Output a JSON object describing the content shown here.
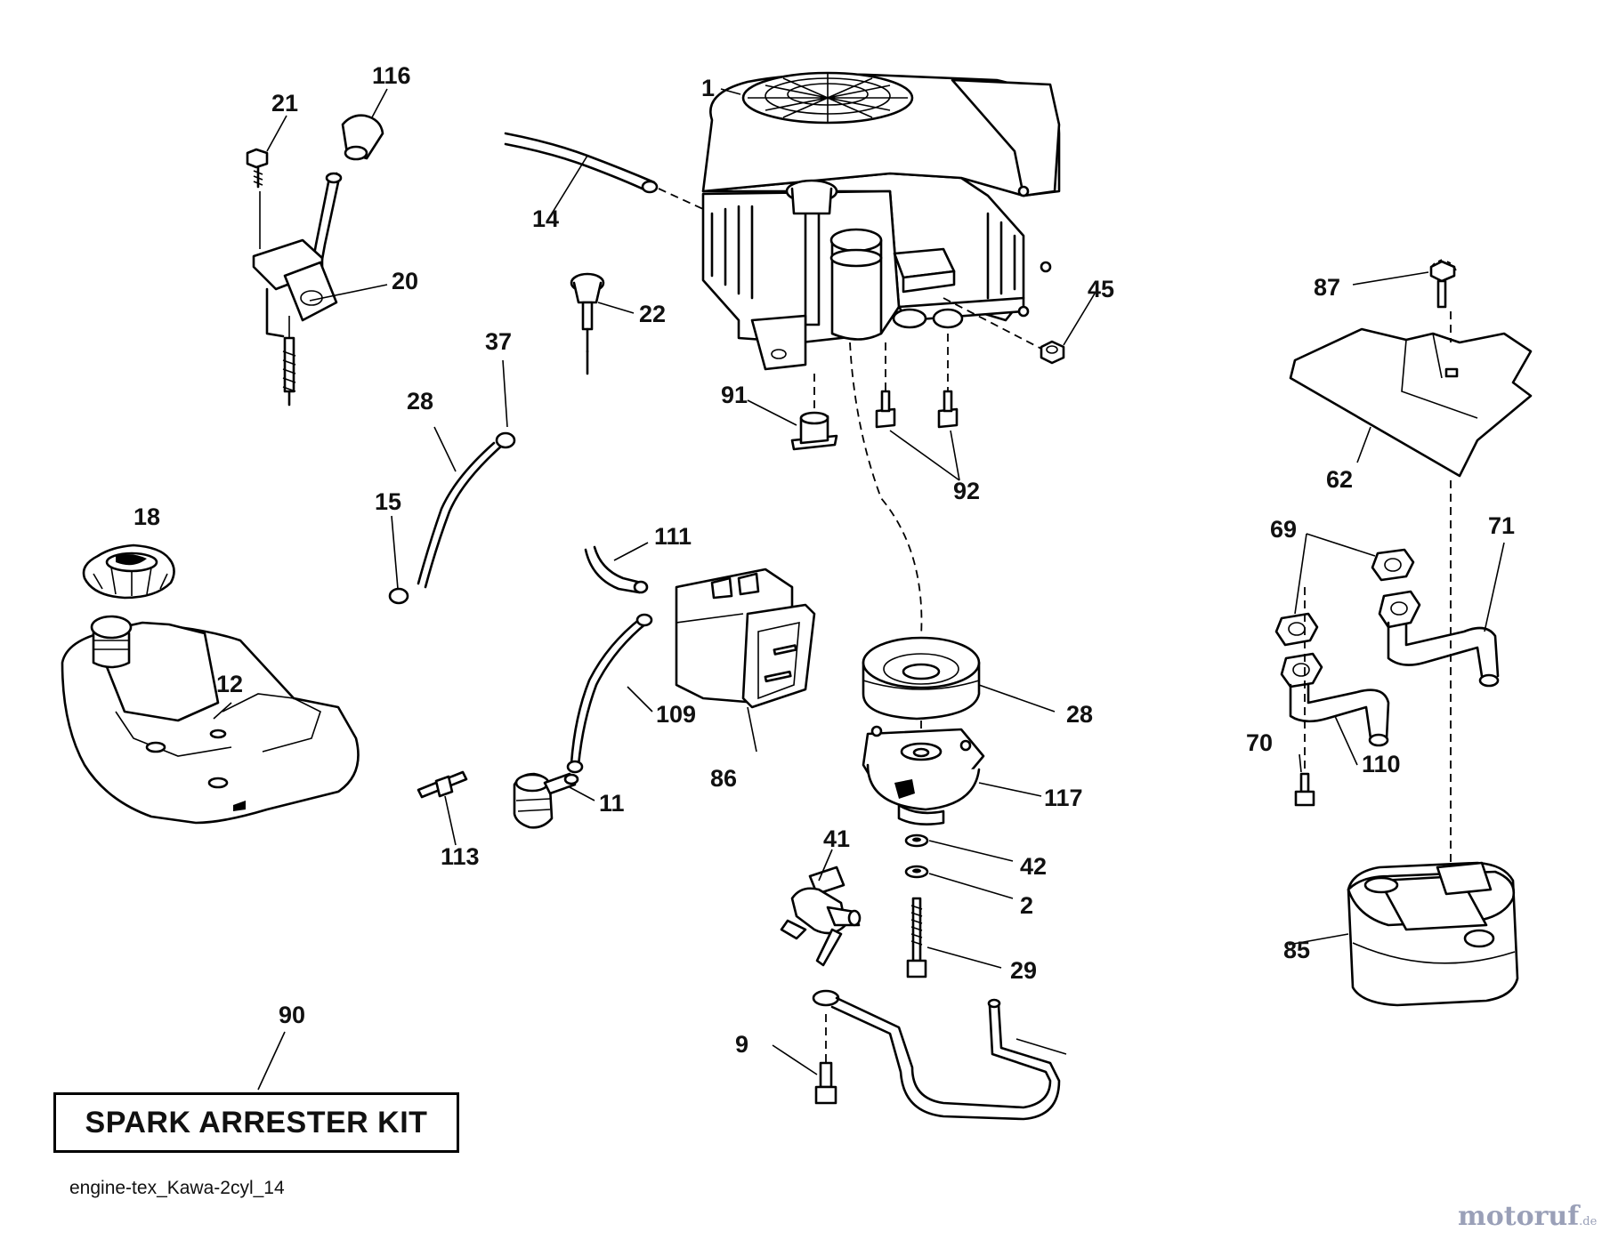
{
  "callouts": [
    "1",
    "116",
    "21",
    "20",
    "14",
    "22",
    "45",
    "87",
    "37",
    "28",
    "91",
    "92",
    "62",
    "18",
    "111",
    "69",
    "71",
    "15",
    "12",
    "28",
    "109",
    "86",
    "70",
    "110",
    "113",
    "11",
    "117",
    "41",
    "42",
    "2",
    "85",
    "29",
    "90",
    "9"
  ],
  "kit_label": "SPARK ARRESTER KIT",
  "file_code": "engine-tex_Kawa-2cyl_14",
  "watermark": {
    "main": "motoruf",
    "tld": ".de"
  }
}
